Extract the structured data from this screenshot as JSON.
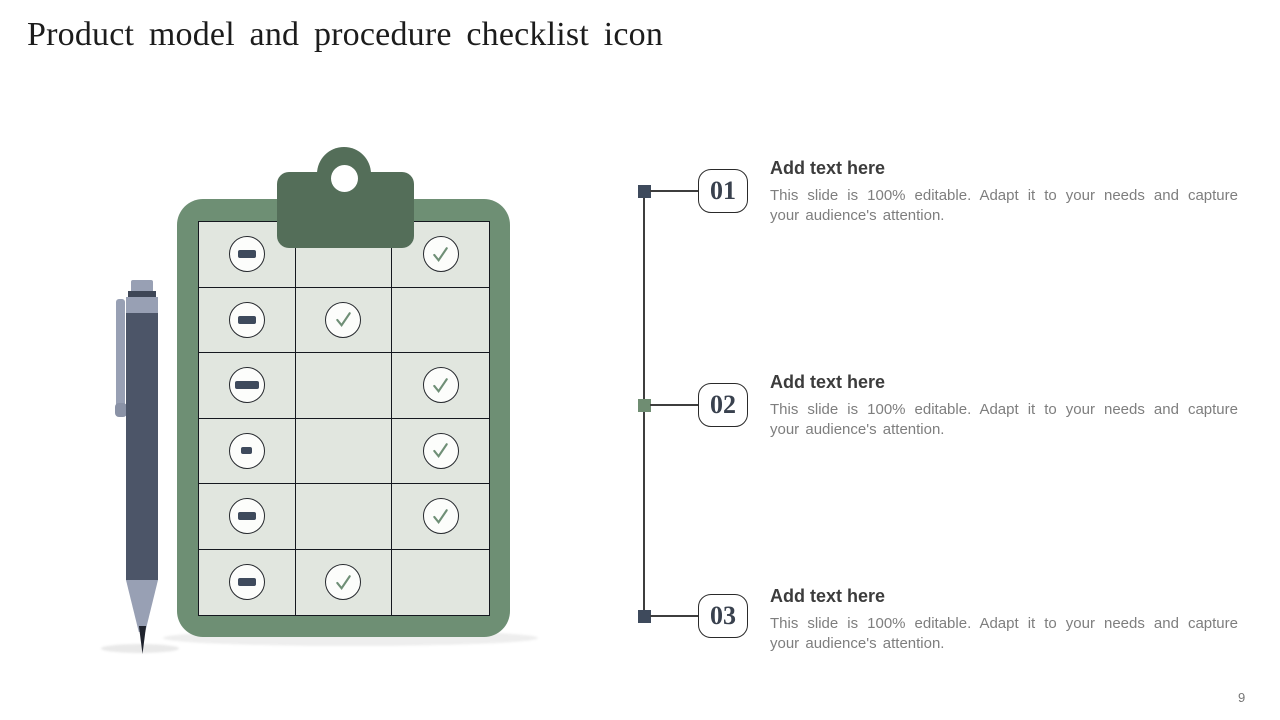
{
  "slide": {
    "title": "Product model and procedure checklist icon",
    "page_number": "9"
  },
  "clipboard": {
    "rows": [
      [
        "minus",
        "",
        "check"
      ],
      [
        "minus",
        "check",
        ""
      ],
      [
        "minus-wide",
        "",
        "check"
      ],
      [
        "minus-small",
        "",
        "check"
      ],
      [
        "minus",
        "",
        "check"
      ],
      [
        "minus",
        "check",
        ""
      ]
    ]
  },
  "items": [
    {
      "number": "01",
      "heading": "Add text here",
      "body": "This slide is 100% editable. Adapt it to your needs and capture your audience's attention.",
      "marker_color": "#3e4a5c"
    },
    {
      "number": "02",
      "heading": "Add text here",
      "body": "This slide is 100% editable. Adapt it to your needs and capture your audience's attention.",
      "marker_color": "#6f8d72"
    },
    {
      "number": "03",
      "heading": "Add text here",
      "body": "This slide is 100% editable. Adapt it to your needs and capture your audience's attention.",
      "marker_color": "#3e4a5c"
    }
  ],
  "colors": {
    "frame_green": "#6e8f74",
    "clip_green": "#546e59",
    "panel": "#e1e6df",
    "check": "#6f8f76",
    "minus": "#3e4a5c",
    "pen_dark": "#4c5568",
    "pen_light": "#98a0b4",
    "pen_band": "#3e4656"
  }
}
